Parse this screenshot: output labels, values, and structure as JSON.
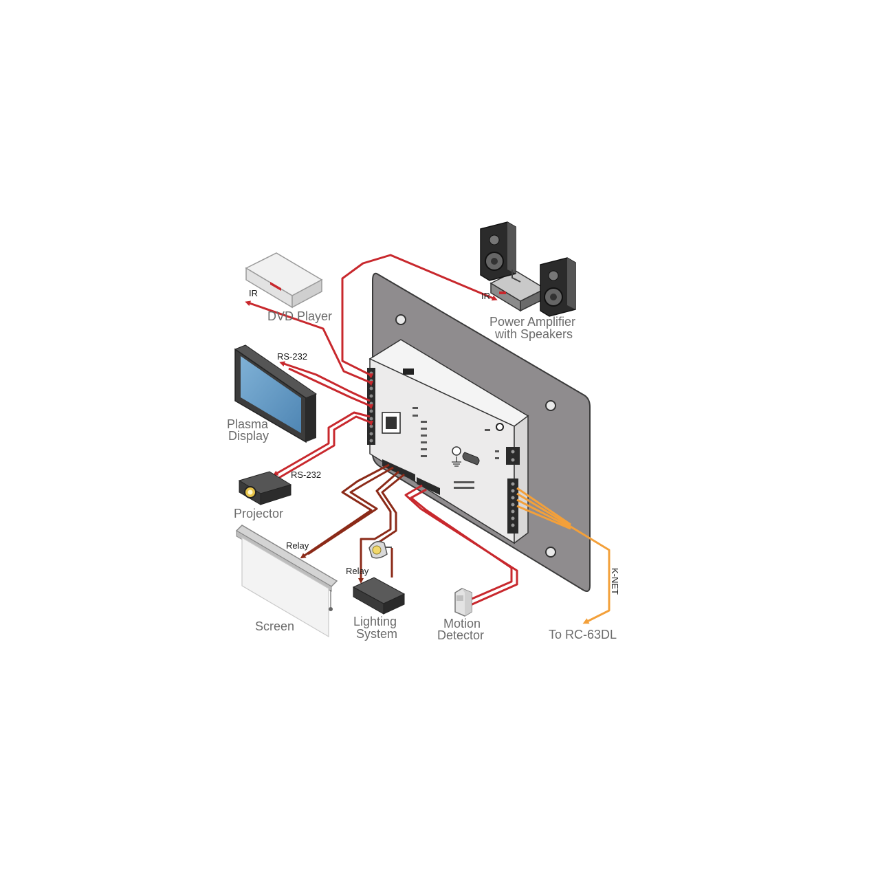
{
  "devices": {
    "dvd_player": "DVD Player",
    "power_amp_line1": "Power Amplifier",
    "power_amp_line2": "with Speakers",
    "plasma_line1": "Plasma",
    "plasma_line2": "Display",
    "projector": "Projector",
    "screen": "Screen",
    "lighting_line1": "Lighting",
    "lighting_line2": "System",
    "motion_line1": "Motion",
    "motion_line2": "Detector",
    "remote": "To RC-63DL"
  },
  "signals": {
    "ir_dvd": "IR",
    "ir_amp": "IR",
    "rs232_plasma": "RS-232",
    "rs232_projector": "RS-232",
    "relay_screen": "Relay",
    "relay_lighting": "Relay",
    "knet": "K-NET"
  },
  "colors": {
    "control_line": "#c8282d",
    "relay_line": "#8b2a18",
    "knet_line": "#f3a03a",
    "panel": "#8f8c8e",
    "unit": "#ecebeb"
  }
}
